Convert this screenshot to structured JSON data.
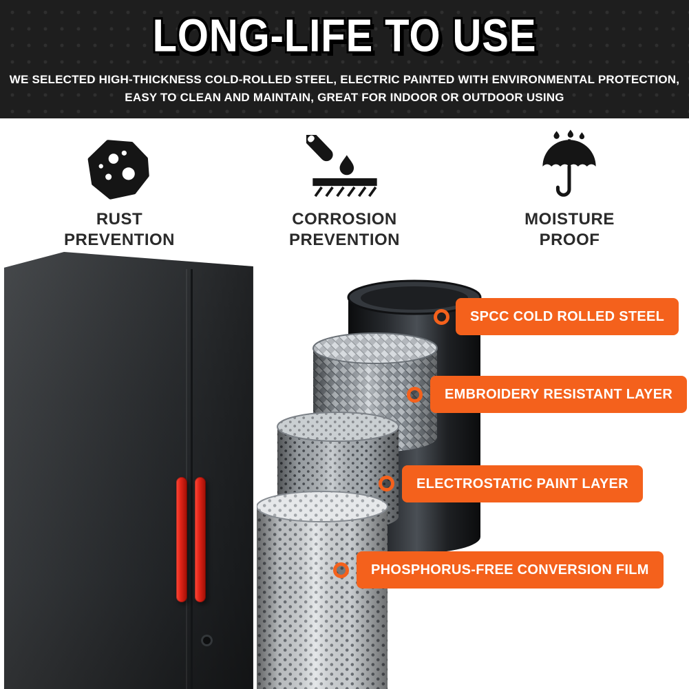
{
  "header": {
    "title": "LONG-LIFE TO USE",
    "subtitle_line1": "WE SELECTED HIGH-THICKNESS COLD-ROLLED STEEL, ELECTRIC PAINTED WITH ENVIRONMENTAL PROTECTION,",
    "subtitle_line2": "EASY TO CLEAN AND MAINTAIN, GREAT FOR INDOOR OR OUTDOOR USING"
  },
  "features": [
    {
      "icon": "rust-icon",
      "line1": "RUST",
      "line2": "PREVENTION"
    },
    {
      "icon": "corrosion-icon",
      "line1": "CORROSION",
      "line2": "PREVENTION"
    },
    {
      "icon": "umbrella-rain-icon",
      "line1": "MOISTURE",
      "line2": "PROOF"
    }
  ],
  "layer_callouts": [
    {
      "marker_icon": "ring-marker-icon",
      "label": "SPCC COLD ROLLED STEEL"
    },
    {
      "marker_icon": "ring-marker-icon",
      "label": "EMBROIDERY RESISTANT LAYER"
    },
    {
      "marker_icon": "ring-marker-icon",
      "label": "ELECTROSTATIC PAINT LAYER"
    },
    {
      "marker_icon": "ring-marker-icon",
      "label": "PHOSPHORUS-FREE CONVERSION FILM"
    }
  ],
  "colors": {
    "callout_orange": "#F4611C",
    "header_background": "#1E1E1E",
    "handle_red": "#E02418",
    "text_dark": "#2A2A2A",
    "text_white": "#FFFFFF"
  }
}
